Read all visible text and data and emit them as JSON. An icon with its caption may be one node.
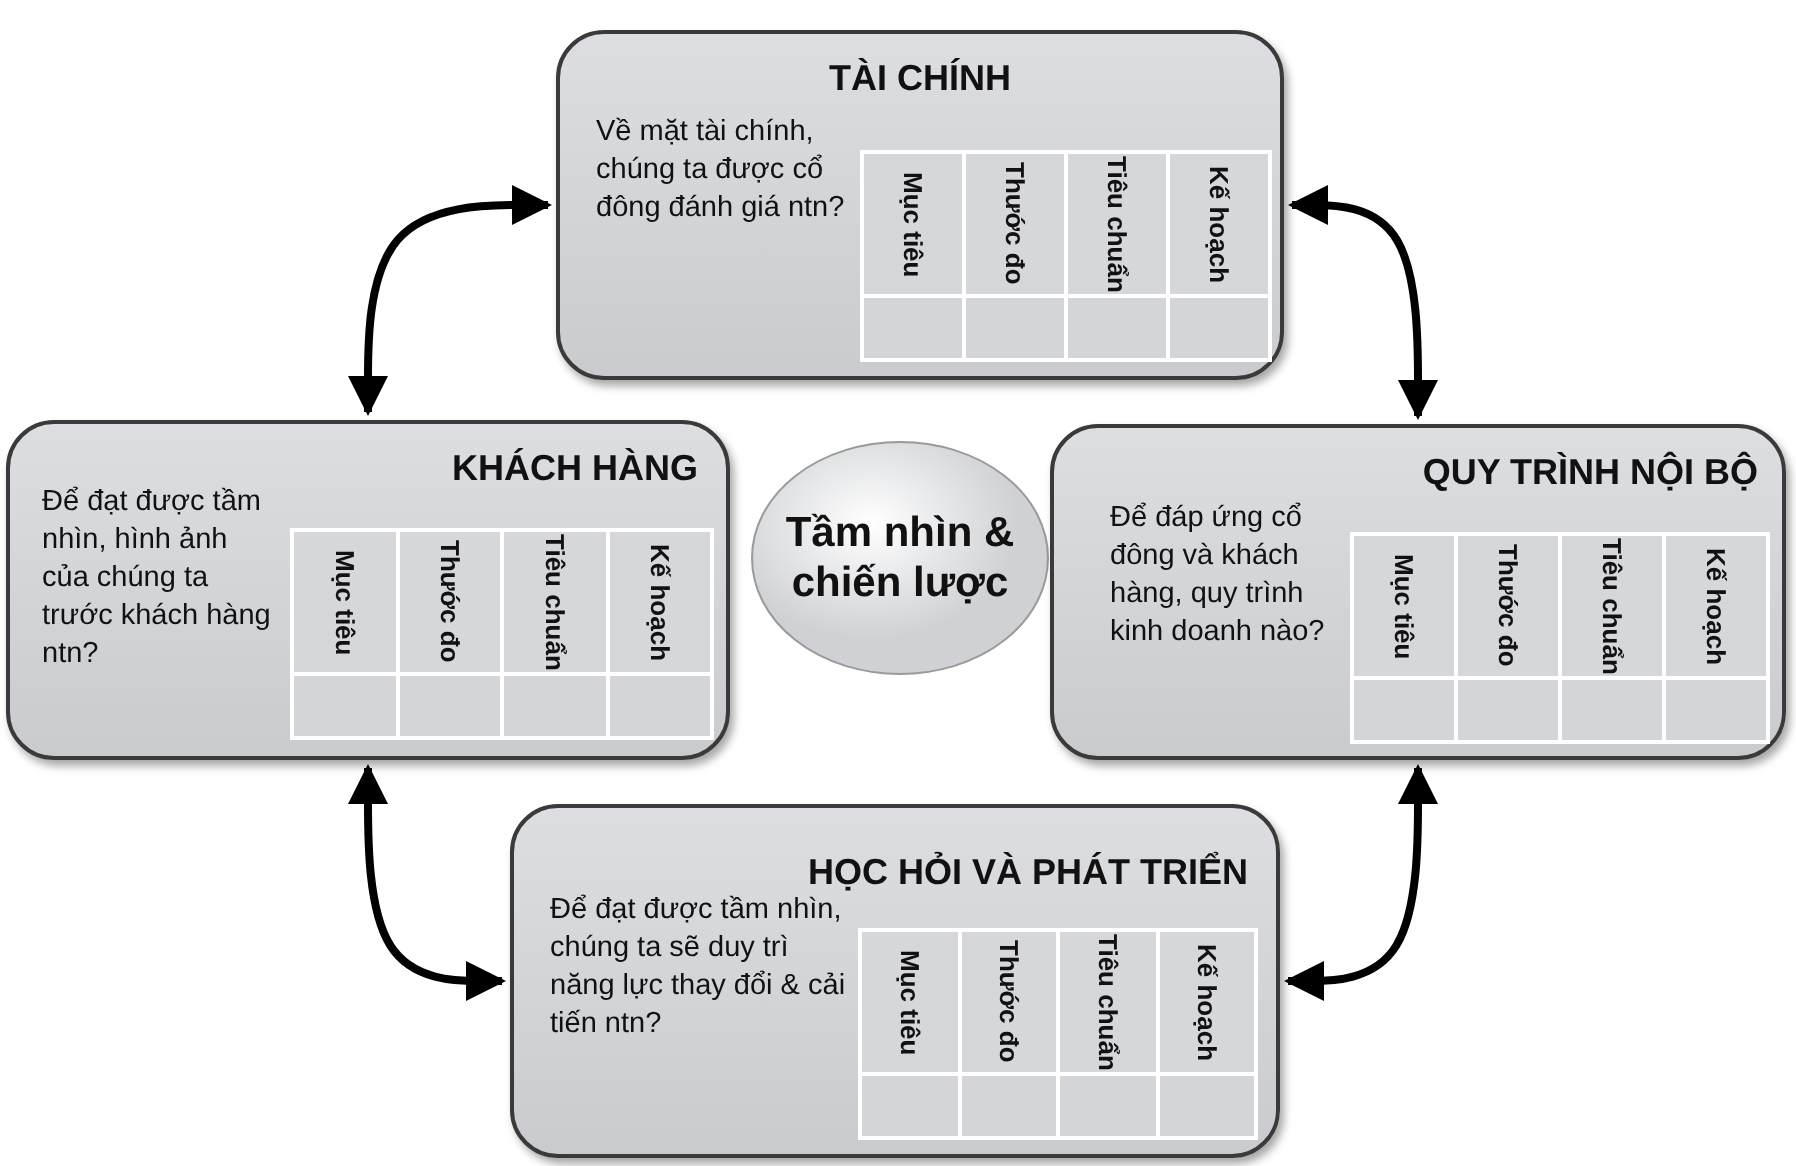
{
  "diagram": {
    "nodes": [
      {
        "text": [
          "TÀI CHÍNH",
          "Về mặt tài chính, chúng ta được cổ đông đánh giá ntn?",
          "Mục tiêu",
          "Thước đo",
          "Tiêu chuẩn",
          "Kế hoạch"
        ]
      },
      {
        "text": [
          "KHÁCH HÀNG",
          "Để đạt được tầm nhìn, hình ảnh của chúng ta trước khách hàng ntn?",
          "Mục tiêu",
          "Thước đo",
          "Tiêu chuẩn",
          "Kế hoạch"
        ]
      },
      {
        "text": [
          "Tầm nhìn & chiến lược"
        ]
      },
      {
        "text": [
          "QUY TRÌNH NỘI BỘ",
          "Để đáp ứng cổ đông và khách hàng, quy trình kinh doanh nào?",
          "Mục tiêu",
          "Thước đo",
          "Tiêu chuẩn",
          "Kế hoạch"
        ]
      },
      {
        "text": [
          "HỌC HỎI VÀ PHÁT TRIỂN",
          "Để đạt được tầm nhìn, chúng ta sẽ duy trì năng lực thay đổi & cải tiến ntn?",
          "Mục tiêu",
          "Thước đo",
          "Tiêu chuẩn",
          "Kế hoạch"
        ]
      }
    ],
    "edges": [
      {
        "from": 0,
        "to": 1,
        "arrow": "both"
      },
      {
        "from": 0,
        "to": 3,
        "arrow": "both"
      },
      {
        "from": 1,
        "to": 4,
        "arrow": "both"
      },
      {
        "from": 3,
        "to": 4,
        "arrow": "both"
      }
    ]
  }
}
